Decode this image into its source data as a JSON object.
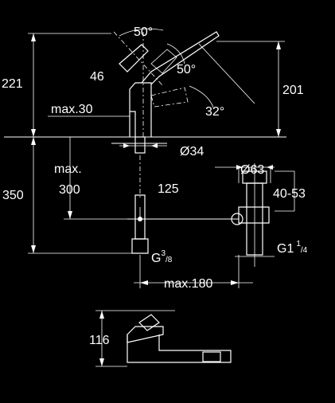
{
  "drawing": {
    "line_color": "#ffffff",
    "background_color": "#000000"
  },
  "dimensions": {
    "angle_top": "50°",
    "angle_handle": "50°",
    "angle_spout": "32°",
    "lever_offset": "46",
    "height_total": "221",
    "height_spout": "201",
    "max_30": "max.30",
    "dia_34": "Ø34",
    "max_label": "max.",
    "height_350": "350",
    "height_300": "300",
    "dist_125": "125",
    "dia_63": "Ø63",
    "range_40_53": "40-53",
    "thread_g": "G",
    "thread_g_sup": "3",
    "thread_g_sub": "/8",
    "thread_g1": "G1",
    "thread_g1_sup": "1",
    "thread_g1_sub": "/4",
    "max_180": "max.180",
    "height_116": "116"
  }
}
